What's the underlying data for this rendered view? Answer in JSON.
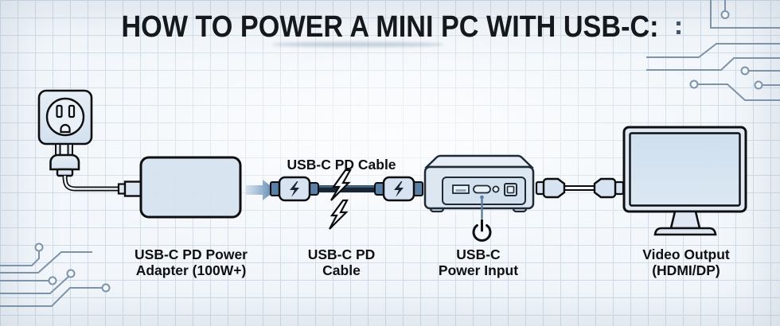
{
  "title": "HOW TO POWER A MINI PC WITH USB-C:",
  "cable_label": "USB-C PD Cable",
  "captions": [
    {
      "line1": "USB-C PD Power",
      "line2": "Adapter (100W+)"
    },
    {
      "line1": "USB-C PD",
      "line2": "Cable"
    },
    {
      "line1": "USB-C",
      "line2": "Power Input"
    },
    {
      "line1": "Video Output",
      "line2": "(HDMI/DP)"
    }
  ],
  "icons": {
    "wall-outlet-icon": "rounded square plate, round face, two slots and ground hole",
    "power-plug-icon": "two-prong plug with cord",
    "power-adapter-icon": "rounded rectangle brick",
    "flow-arrow-icon": "right-pointing blue arrow",
    "usb-c-cable-icon": "cable with two USB-C connectors marked with lightning bolts",
    "lightning-bolt-icon": "white zigzag bolt with black outline (x2)",
    "mini-pc-icon": "NUC-style box with USB-A, USB-C, jack and button on front",
    "power-symbol-icon": "circle with vertical bar (standby power glyph)",
    "hdmi-cable-icon": "cable with two HDMI connectors",
    "monitor-icon": "desktop display with stand",
    "circuit-trace-icon": "PCB traces with via pads (decorative corners)"
  },
  "colors": {
    "background": "#f3f7fb",
    "grid_line": "#cfdde9",
    "device_fill": "#d9e5f1",
    "device_outline": "#0b0d0f",
    "mini_pc_outline": "#1f2a36",
    "cable_navy": "#1a2533",
    "accent_blue": "#5b80a8",
    "pointer_blue": "#5d7d9e",
    "circuit_trace": "#7d93aa",
    "text": "#15181c"
  }
}
